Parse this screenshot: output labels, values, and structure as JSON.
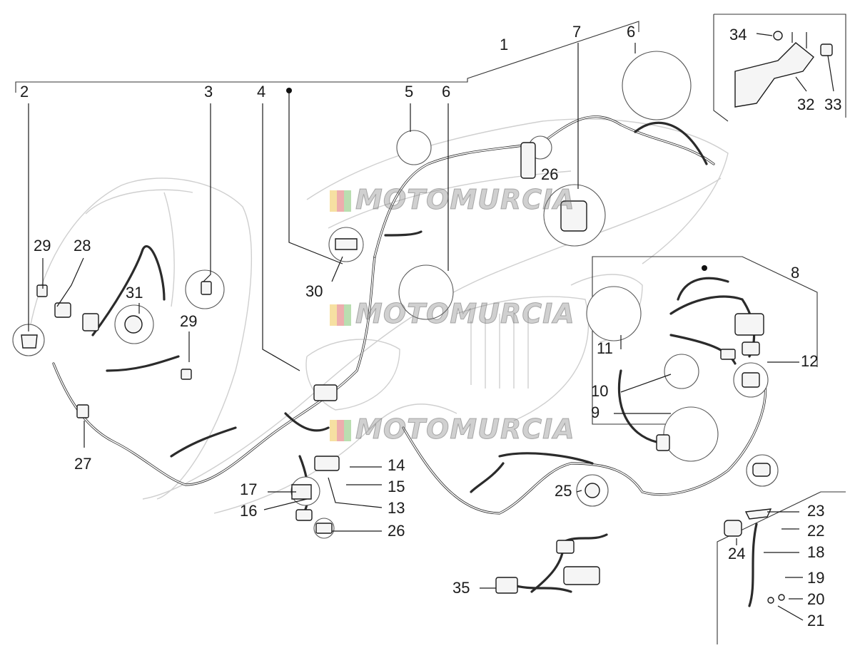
{
  "watermark": {
    "text": "MOTOMURCIA"
  },
  "callouts": [
    {
      "id": "c1",
      "label": "1"
    },
    {
      "id": "c2",
      "label": "2"
    },
    {
      "id": "c3",
      "label": "3"
    },
    {
      "id": "c4",
      "label": "4"
    },
    {
      "id": "c5",
      "label": "5"
    },
    {
      "id": "c6a",
      "label": "6"
    },
    {
      "id": "c6b",
      "label": "6"
    },
    {
      "id": "c7",
      "label": "7"
    },
    {
      "id": "c8",
      "label": "8"
    },
    {
      "id": "c9",
      "label": "9"
    },
    {
      "id": "c10",
      "label": "10"
    },
    {
      "id": "c11",
      "label": "11"
    },
    {
      "id": "c12",
      "label": "12"
    },
    {
      "id": "c13",
      "label": "13"
    },
    {
      "id": "c14",
      "label": "14"
    },
    {
      "id": "c15",
      "label": "15"
    },
    {
      "id": "c16",
      "label": "16"
    },
    {
      "id": "c17",
      "label": "17"
    },
    {
      "id": "c18",
      "label": "18"
    },
    {
      "id": "c19",
      "label": "19"
    },
    {
      "id": "c20",
      "label": "20"
    },
    {
      "id": "c21",
      "label": "21"
    },
    {
      "id": "c22",
      "label": "22"
    },
    {
      "id": "c23",
      "label": "23"
    },
    {
      "id": "c24",
      "label": "24"
    },
    {
      "id": "c25",
      "label": "25"
    },
    {
      "id": "c26a",
      "label": "26"
    },
    {
      "id": "c26b",
      "label": "26"
    },
    {
      "id": "c27",
      "label": "27"
    },
    {
      "id": "c28",
      "label": "28"
    },
    {
      "id": "c29a",
      "label": "29"
    },
    {
      "id": "c29b",
      "label": "29"
    },
    {
      "id": "c30",
      "label": "30"
    },
    {
      "id": "c31",
      "label": "31"
    },
    {
      "id": "c32",
      "label": "32"
    },
    {
      "id": "c33",
      "label": "33"
    },
    {
      "id": "c34",
      "label": "34"
    },
    {
      "id": "c35",
      "label": "35"
    }
  ]
}
